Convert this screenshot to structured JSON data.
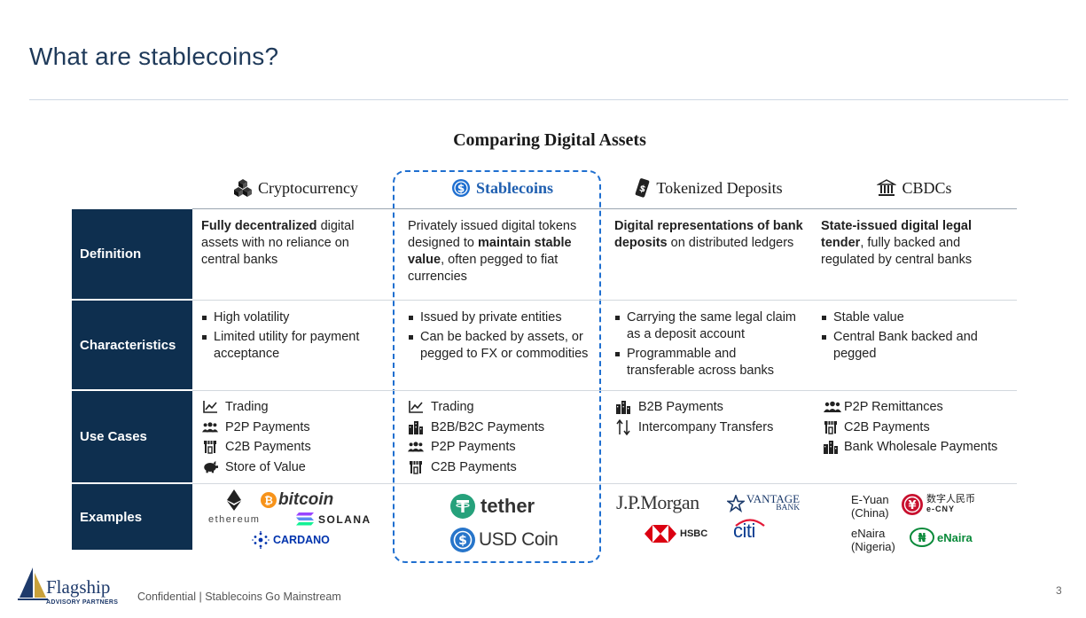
{
  "page": {
    "title": "What are stablecoins?",
    "subtitle": "Comparing Digital Assets",
    "page_number": "3",
    "footer": "Confidential | Stablecoins Go Mainstream",
    "brand": {
      "name": "Flagship",
      "tagline": "ADVISORY PARTNERS"
    }
  },
  "columns": {
    "crypto": "Cryptocurrency",
    "stable": "Stablecoins",
    "tokenized": "Tokenized Deposits",
    "cbdc": "CBDCs"
  },
  "rows": {
    "definition": "Definition",
    "characteristics": "Characteristics",
    "use_cases": "Use Cases",
    "examples": "Examples"
  },
  "definition": {
    "crypto": {
      "bold": "Fully decentralized",
      "rest": " digital assets with no reliance on central banks"
    },
    "stable": {
      "pre": "Privately issued digital tokens designed to ",
      "bold": "maintain stable value",
      "rest": ", often pegged to fiat currencies"
    },
    "tokenized": {
      "bold": "Digital representations of bank deposits",
      "rest": " on distributed ledgers"
    },
    "cbdc": {
      "bold": "State-issued digital legal tender",
      "rest": ", fully backed and regulated by central banks"
    }
  },
  "characteristics": {
    "crypto": [
      "High volatility",
      "Limited utility for payment acceptance"
    ],
    "stable": [
      "Issued by private entities",
      "Can be backed by assets, or pegged to FX or commodities"
    ],
    "tokenized": [
      "Carrying the same legal claim as a deposit account",
      "Programmable and transferable across banks"
    ],
    "cbdc": [
      "Stable value",
      "Central Bank backed and pegged"
    ]
  },
  "use_cases": {
    "crypto": [
      {
        "icon": "trend-chart-icon",
        "label": "Trading"
      },
      {
        "icon": "people-icon",
        "label": "P2P Payments"
      },
      {
        "icon": "storefront-icon",
        "label": "C2B Payments"
      },
      {
        "icon": "piggy-bank-icon",
        "label": "Store of Value"
      }
    ],
    "stable": [
      {
        "icon": "trend-chart-icon",
        "label": "Trading"
      },
      {
        "icon": "buildings-icon",
        "label": "B2B/B2C Payments"
      },
      {
        "icon": "people-icon",
        "label": "P2P Payments"
      },
      {
        "icon": "storefront-icon",
        "label": "C2B Payments"
      }
    ],
    "tokenized": [
      {
        "icon": "buildings-icon",
        "label": "B2B Payments"
      },
      {
        "icon": "transfer-arrows-icon",
        "label": "Intercompany Transfers"
      }
    ],
    "cbdc": [
      {
        "icon": "people-icon",
        "label": "P2P Remittances"
      },
      {
        "icon": "storefront-icon",
        "label": "C2B Payments"
      },
      {
        "icon": "buildings-icon",
        "label": "Bank Wholesale Payments"
      }
    ]
  },
  "examples": {
    "crypto": {
      "bitcoin": "bitcoin",
      "ethereum": "ethereum",
      "solana": "SOLANA",
      "cardano": "CARDANO"
    },
    "stable": {
      "tether": "tether",
      "usdc": "USD Coin"
    },
    "tokenized": {
      "jpmorgan": "J.P.Morgan",
      "vantage_1": "VANTAGE",
      "vantage_2": "BANK",
      "hsbc": "HSBC",
      "citi": "citi"
    },
    "cbdc": {
      "eyuan_1": "E-Yuan",
      "eyuan_2": "(China)",
      "ecny_1": "数字人民币",
      "ecny_2": "e-CNY",
      "enaira_1": "eNaira",
      "enaira_2": "(Nigeria)",
      "enaira_logo": "eNaira"
    }
  },
  "colors": {
    "navy": "#0e2f4f",
    "accent_blue": "#1f6fd0",
    "tether": "#26a17b",
    "usdc": "#2775ca",
    "bitcoin": "#f7931a",
    "hsbc": "#db0011",
    "cny_red": "#c8102e",
    "naira_green": "#0a8a3a"
  }
}
